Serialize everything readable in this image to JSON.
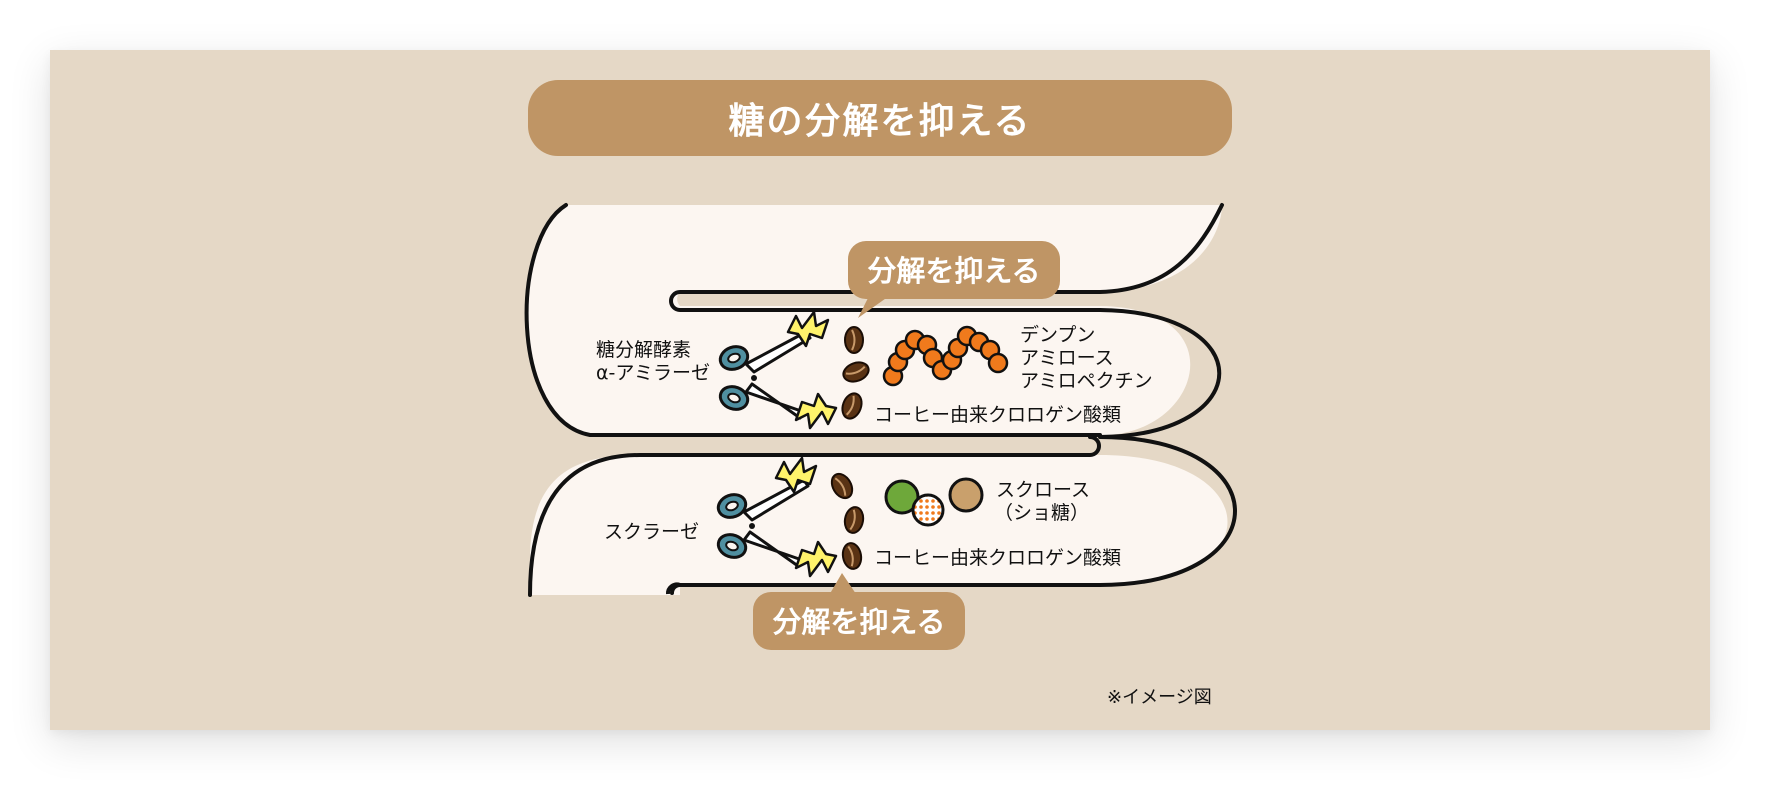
{
  "title": "糖の分解を抑える",
  "bubble_top": "分解を抑える",
  "bubble_bottom": "分解を抑える",
  "enzyme_top": [
    "糖分解酵素",
    "α-アミラーゼ"
  ],
  "starch_labels": [
    "デンプン",
    "アミロース",
    "アミロペクチン"
  ],
  "polyphenol_top": "コーヒー由来クロロゲン酸類",
  "enzyme_bottom": "スクラーゼ",
  "sucrose_labels": [
    "スクロース",
    "（ショ糖）"
  ],
  "polyphenol_bottom": "コーヒー由来クロロゲン酸類",
  "note": "※イメージ図",
  "colors": {
    "background": "#e5d8c6",
    "accent": "#bf9565",
    "intestine": "#fcf6f1",
    "starch_orange": "#f07a1c",
    "bean_brown": "#5a3314",
    "scissors_teal": "#4f8fa0",
    "spark_yellow": "#fff36b",
    "glucose_green": "#6ea83a",
    "fructose_tan": "#c9a06c"
  },
  "icons": [
    "scissors-icon",
    "spark-icon",
    "coffee-bean-icon",
    "starch-chain-icon",
    "glucose-icon",
    "fructose-icon"
  ]
}
